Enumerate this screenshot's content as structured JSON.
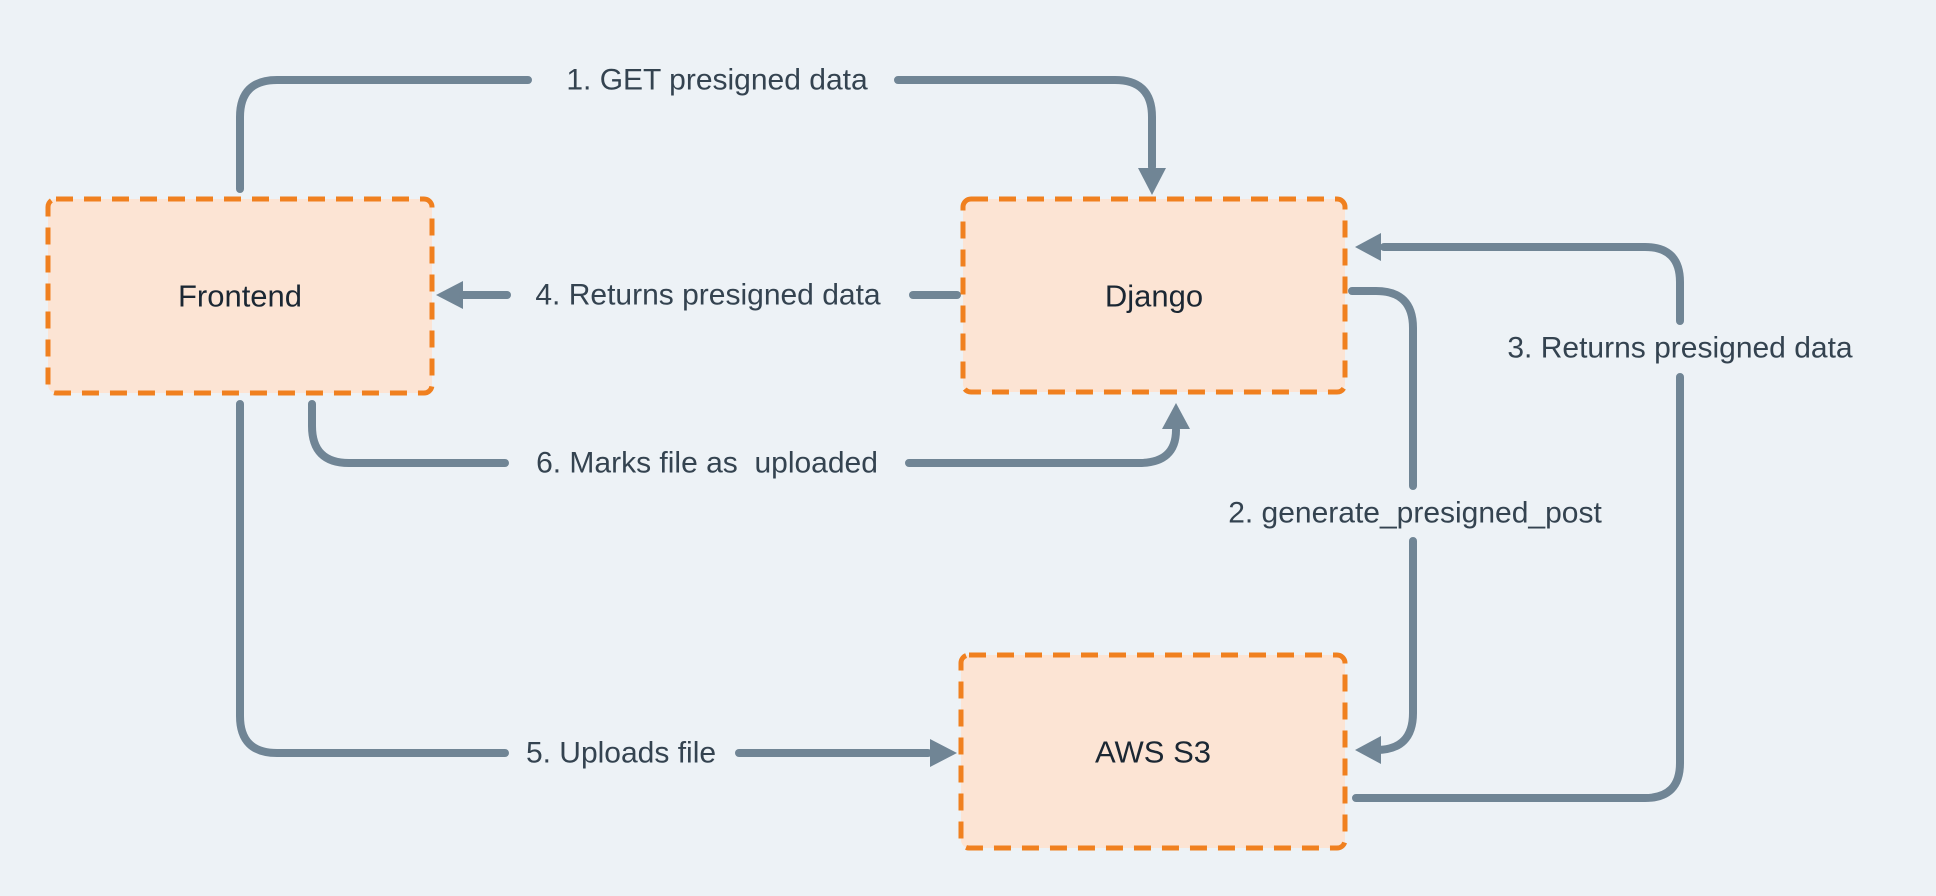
{
  "nodes": {
    "frontend": {
      "label": "Frontend"
    },
    "django": {
      "label": "Django"
    },
    "aws_s3": {
      "label": "AWS S3"
    }
  },
  "flows": [
    {
      "step": "1",
      "label": "1. GET presigned data",
      "from": "Frontend",
      "to": "Django"
    },
    {
      "step": "2",
      "label": "2. generate_presigned_post",
      "from": "Django",
      "to": "AWS S3"
    },
    {
      "step": "3",
      "label": "3. Returns presigned data",
      "from": "AWS S3",
      "to": "Django"
    },
    {
      "step": "4",
      "label": "4. Returns presigned data",
      "from": "Django",
      "to": "Frontend"
    },
    {
      "step": "5",
      "label": "5. Uploads file",
      "from": "Frontend",
      "to": "AWS S3"
    },
    {
      "step": "6",
      "label": "6. Marks file as  uploaded",
      "from": "Frontend",
      "to": "Django"
    }
  ],
  "colors": {
    "background": "#edf2f6",
    "node_fill": "#fce4d4",
    "node_border": "#f0801f",
    "node_text": "#1b2733",
    "arrow": "#708595",
    "arrow_text": "#344350"
  }
}
